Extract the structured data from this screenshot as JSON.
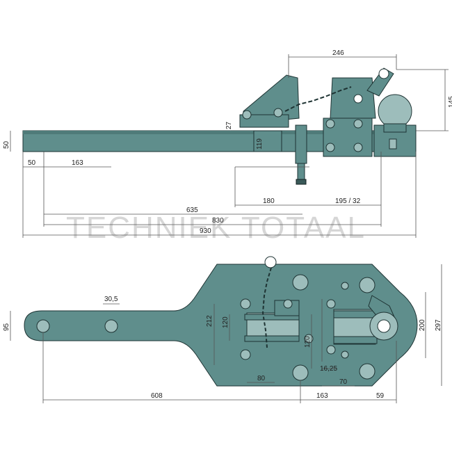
{
  "watermark": "TECHNIEK TOTAAL",
  "side_view": {
    "dimensions": {
      "d246": "246",
      "d145": "145",
      "d27": "27",
      "d119": "119",
      "d50_left": "50",
      "d50_bottom": "50",
      "d163": "163",
      "d180": "180",
      "d195_32": "195 / 32",
      "d635": "635",
      "d830": "830",
      "d930": "930"
    }
  },
  "top_view": {
    "dimensions": {
      "d30_5": "30,5",
      "d95": "95",
      "d212": "212",
      "d120_left": "120",
      "d120_mid": "120",
      "d80": "80",
      "d16_25": "16,25",
      "d70": "70",
      "d200": "200",
      "d297": "297",
      "d608": "608",
      "d163": "163",
      "d59": "59"
    }
  },
  "colors": {
    "metal": "#5f8e8c",
    "outline": "#1e3333",
    "dimension": "#555555"
  }
}
